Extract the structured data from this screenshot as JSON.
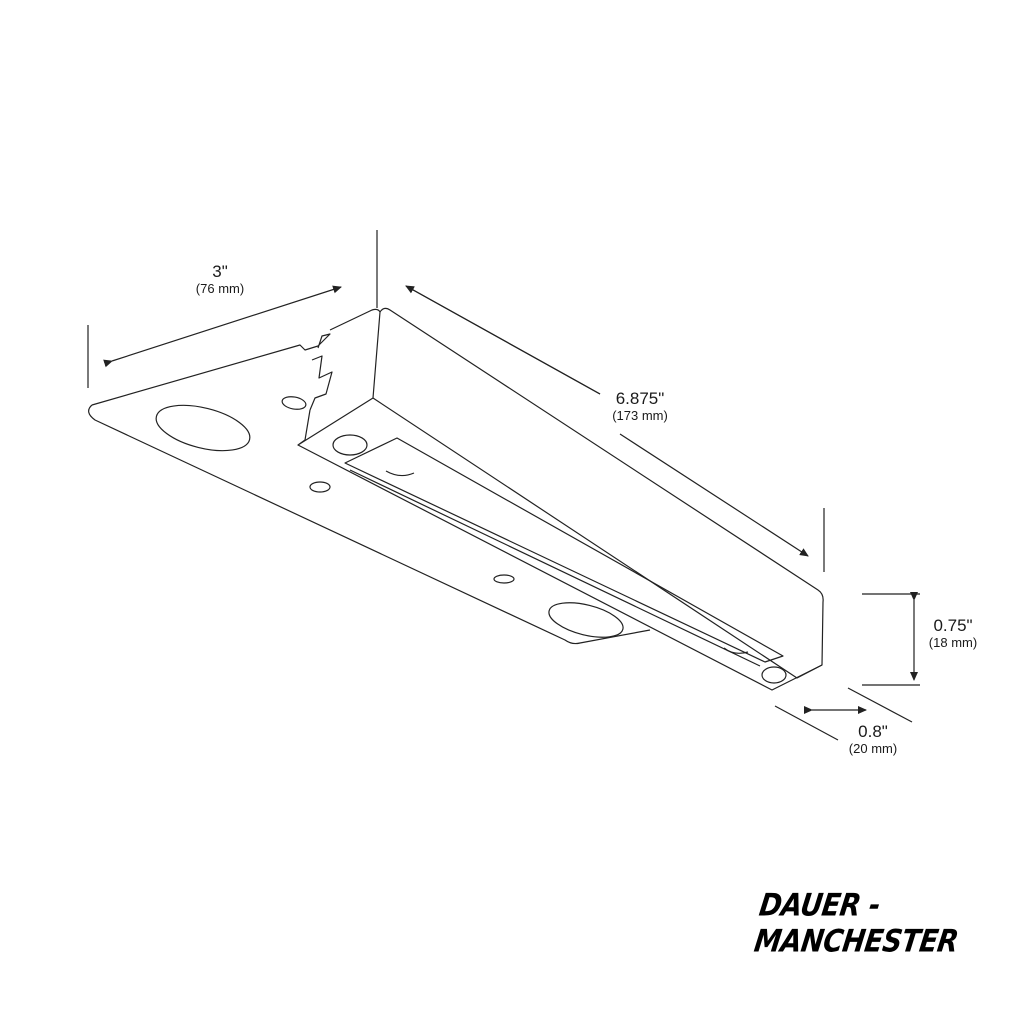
{
  "drawing": {
    "subject": "under-cabinet LED light bar, isometric view",
    "line_color": "#222222",
    "background": "#ffffff"
  },
  "dimensions": {
    "width": {
      "imperial": "3\"",
      "metric": "(76 mm)"
    },
    "length": {
      "imperial": "6.875\"",
      "metric": "(173 mm)"
    },
    "height": {
      "imperial": "0.75\"",
      "metric": "(18 mm)"
    },
    "depth": {
      "imperial": "0.8\"",
      "metric": "(20 mm)"
    }
  },
  "brand": {
    "text": "DAUER - MANCHESTER"
  }
}
